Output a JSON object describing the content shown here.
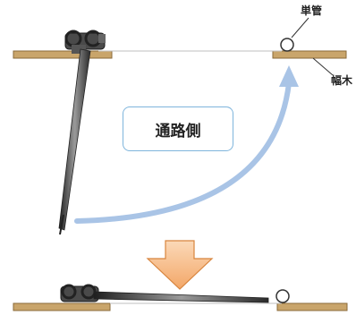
{
  "labels": {
    "passage_side": "通路側",
    "single_pipe": "単管",
    "board": "幅木"
  },
  "colors": {
    "board_fill": "#c9a56b",
    "board_edge": "#8a6a3a",
    "arrow_curve": "#a9c4e6",
    "down_arrow_top": "#fbd9b8",
    "down_arrow_bottom": "#f3a768",
    "down_arrow_edge": "#d8853e",
    "rod_dark": "#3a3a3a",
    "label_border": "#7fb5dc"
  }
}
